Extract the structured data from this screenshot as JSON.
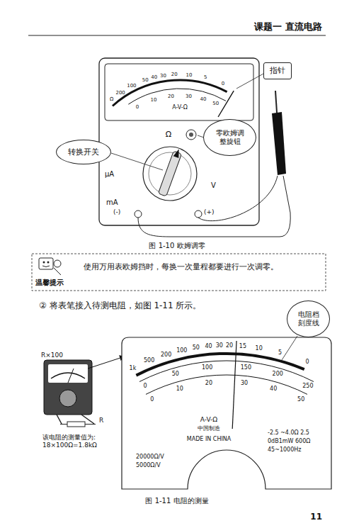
{
  "diagram": {
    "nodes": [
      {
        "text": [
          "指针"
        ]
      },
      {
        "text": [
          "零欧姆调整旋钮"
        ]
      },
      {
        "text": [
          "转换开关"
        ]
      },
      {
        "text": [
          "电阻档刻度线"
        ]
      }
    ],
    "labels": [
      "课题一  直流电路",
      "Ω",
      "200",
      "100",
      "50",
      "40",
      "30",
      "20",
      "10",
      "5",
      "0",
      "0",
      "10",
      "20",
      "30",
      "40",
      "50",
      "A-V-Ω",
      "Ω",
      "μA",
      "mA",
      "V",
      "(-)",
      "(+)",
      "图 1-10  欧姆调零",
      "温馨提示",
      "使用万用表欧姆挡时，每换一次量程都要进行一次调零。",
      "② 将表笔接入待测电阻，如图 1-11 所示。",
      "R×100",
      "R",
      "该电阻的测量值为: 18×100Ω=1.8kΩ",
      "1k",
      "500",
      "200",
      "100",
      "50",
      "40",
      "30",
      "20",
      "15",
      "10",
      "5",
      "0",
      "0",
      "50",
      "100",
      "150",
      "200",
      "250",
      "0",
      "10",
      "20",
      "30",
      "40",
      "50",
      "A-V-Ω",
      "中国制造",
      "MADE IN CHINA",
      "20000Ω/V",
      "5000Ω/V",
      "-2.5 ~4.0Ω 2.5",
      "0dB1mW 600Ω",
      "45~1000Hz",
      "图 1-11  电阻的测量",
      "11"
    ]
  }
}
